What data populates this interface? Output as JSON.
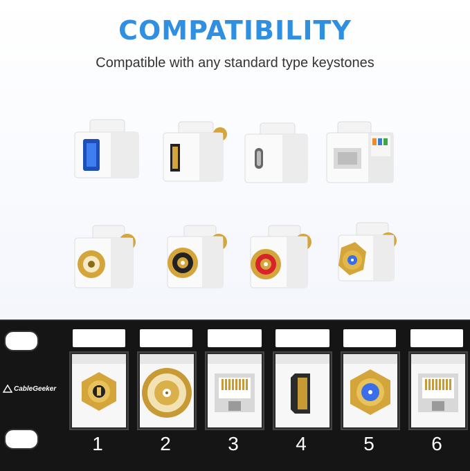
{
  "header": {
    "title": "COMPATIBILITY",
    "subtitle": "Compatible with any standard type keystones"
  },
  "modules": [
    {
      "name": "usb-keystone"
    },
    {
      "name": "hdmi-keystone"
    },
    {
      "name": "usb-c-keystone"
    },
    {
      "name": "rj45-keystone"
    },
    {
      "name": "bnc-keystone"
    },
    {
      "name": "rca-black-keystone"
    },
    {
      "name": "rca-red-keystone"
    },
    {
      "name": "f-type-keystone"
    }
  ],
  "panel": {
    "brand": "CableGeeker",
    "ports": [
      {
        "number": "1",
        "type": "f-type"
      },
      {
        "number": "2",
        "type": "bnc"
      },
      {
        "number": "3",
        "type": "rj45"
      },
      {
        "number": "4",
        "type": "hdmi"
      },
      {
        "number": "5",
        "type": "f-type-blue"
      },
      {
        "number": "6",
        "type": "rj45"
      }
    ]
  },
  "colors": {
    "title": "#2f8fe0",
    "usb_blue": "#2a63d8",
    "gold": "#d4a53a",
    "rca_red": "#d8232a",
    "coax_blue": "#3a6ee8",
    "panel": "#151515"
  }
}
